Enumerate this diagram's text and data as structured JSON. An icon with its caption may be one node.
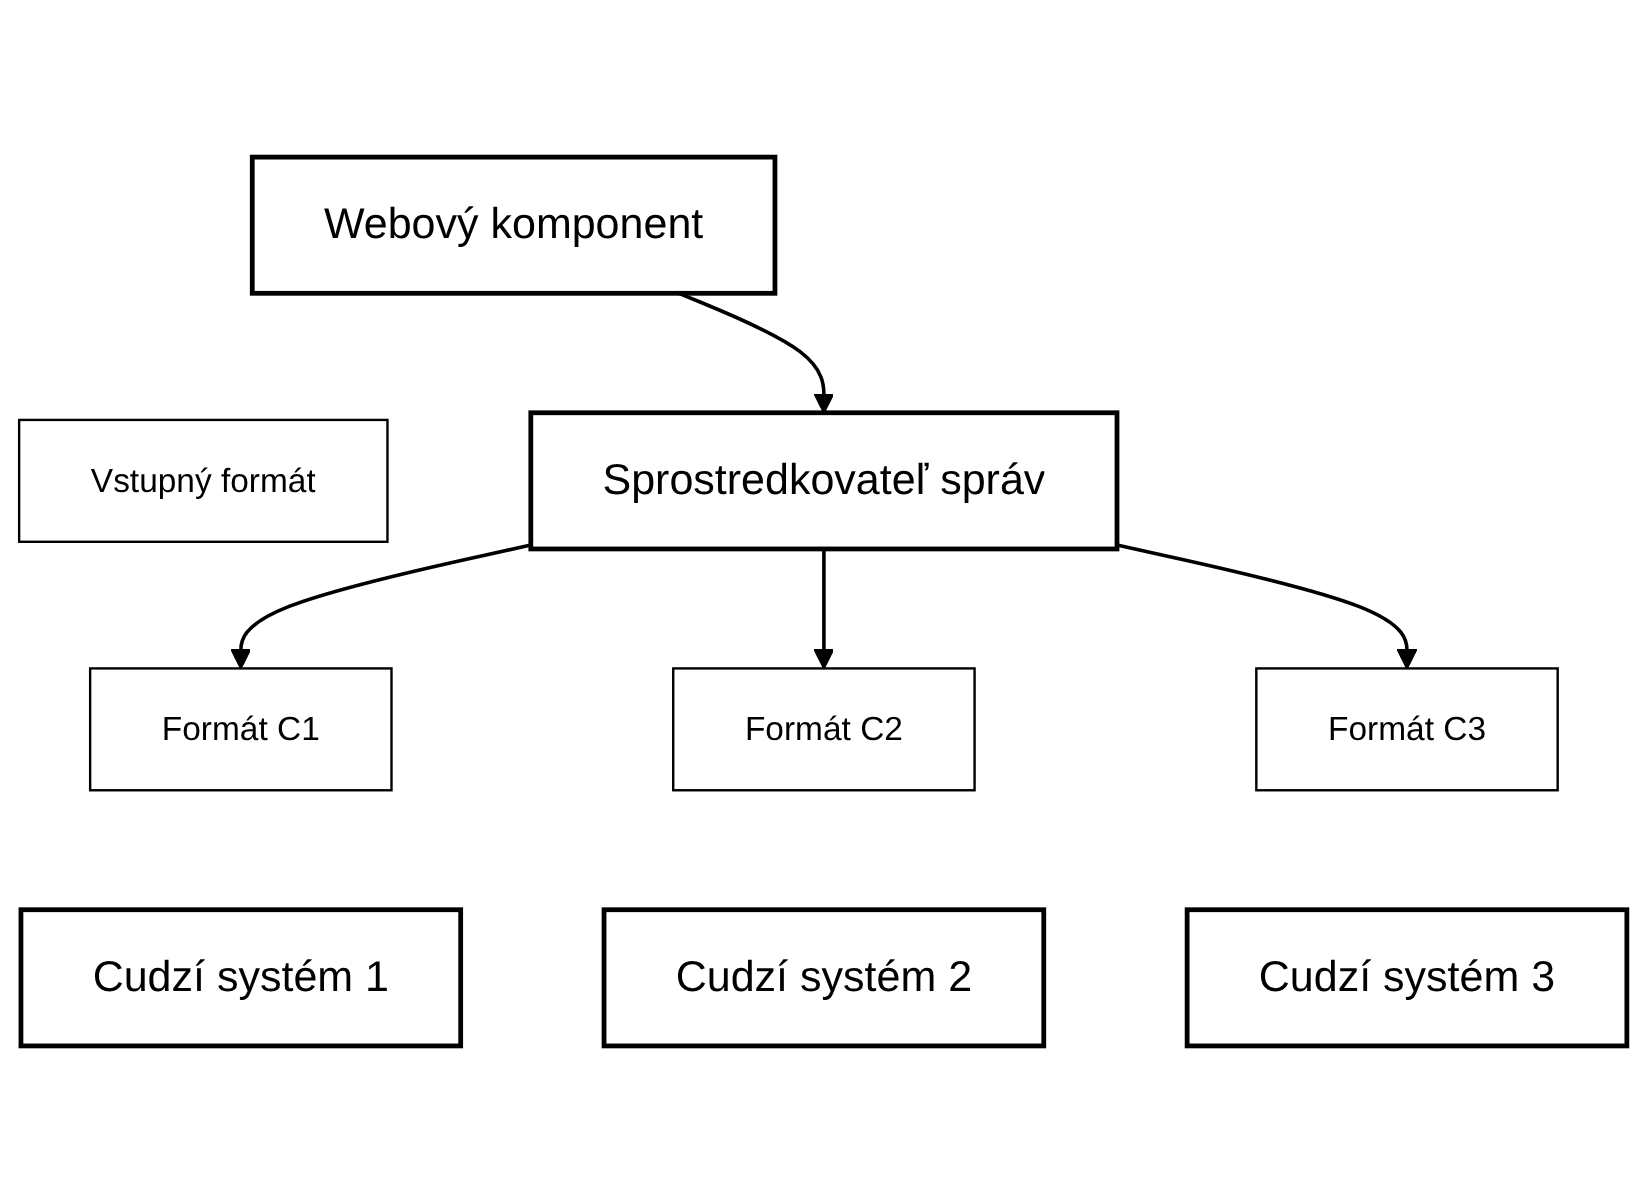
{
  "diagram": {
    "nodes": [
      {
        "text": [
          "Webový komponent"
        ]
      },
      {
        "text": [
          "Vstupný formát"
        ]
      },
      {
        "text": [
          "Sprostredkovateľ správ"
        ]
      },
      {
        "text": [
          "Formát C1"
        ]
      },
      {
        "text": [
          "Formát C2"
        ]
      },
      {
        "text": [
          "Formát C3"
        ]
      },
      {
        "text": [
          "Cudzí systém 1"
        ]
      },
      {
        "text": [
          "Cudzí systém 2"
        ]
      },
      {
        "text": [
          "Cudzí systém 3"
        ]
      }
    ],
    "edges": [
      {
        "from": 0,
        "to": 2,
        "arrow": "to"
      },
      {
        "from": 2,
        "to": 3,
        "arrow": "to"
      },
      {
        "from": 2,
        "to": 4,
        "arrow": "to"
      },
      {
        "from": 2,
        "to": 5,
        "arrow": "to"
      }
    ]
  }
}
